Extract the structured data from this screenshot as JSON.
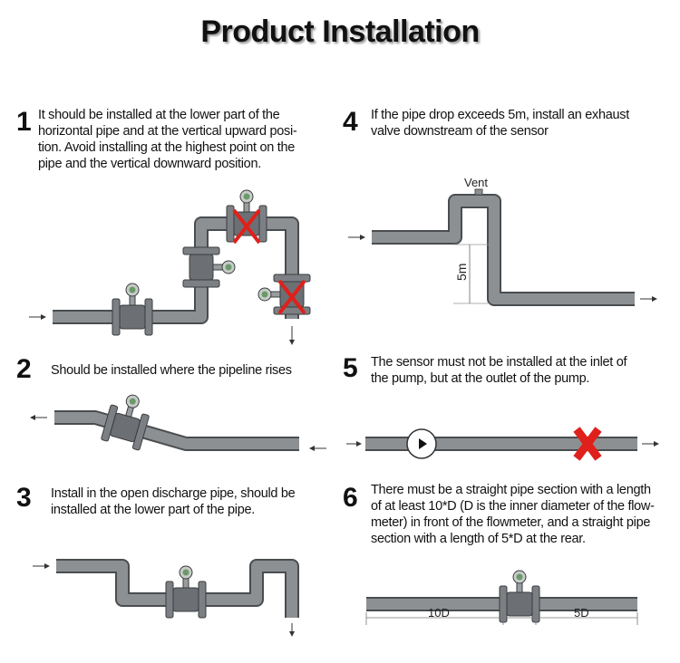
{
  "title": "Product Installation",
  "steps": [
    {
      "number": "1",
      "lines": [
        "It should be installed at the lower part of the",
        "horizontal pipe and at the vertical upward posi-",
        "tion. Avoid installing at the highest point on the",
        "pipe and the vertical downward position."
      ]
    },
    {
      "number": "2",
      "lines": [
        "Should be installed where the pipeline rises"
      ]
    },
    {
      "number": "3",
      "lines": [
        "Install in the open discharge pipe, should be",
        "installed at the lower part of the pipe."
      ]
    },
    {
      "number": "4",
      "lines": [
        "If the pipe drop exceeds 5m, install an exhaust",
        "valve downstream of the sensor"
      ]
    },
    {
      "number": "5",
      "lines": [
        "The sensor must not be installed at the inlet of",
        "the pump, but at the outlet of the pump."
      ]
    },
    {
      "number": "6",
      "lines": [
        "There must be a straight pipe section with a length",
        "of at least 10*D (D is the inner diameter of the flow-",
        "meter) in front of the flowmeter, and a straight pipe",
        "section with a length of 5*D at the rear."
      ]
    }
  ],
  "labels": {
    "vent": "Vent",
    "drop": "5m",
    "upstream": "10D",
    "downstream": "5D"
  },
  "colors": {
    "pipe": "#8d9093",
    "pipe_edge": "#4a4d50",
    "wrong": "#e0201b"
  }
}
